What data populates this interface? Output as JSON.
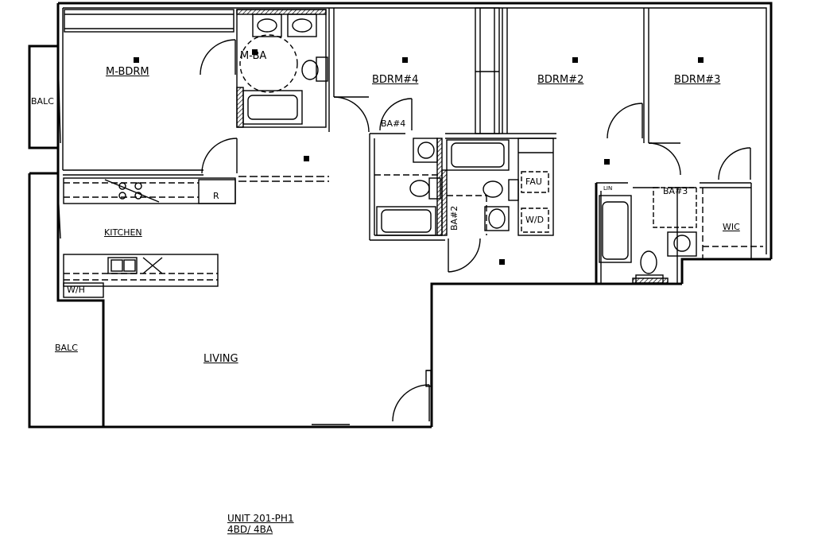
{
  "rooms": {
    "m_bdrm": "M-BDRM",
    "m_ba": "M-BA",
    "bdrm4": "BDRM#4",
    "bdrm2": "BDRM#2",
    "bdrm3": "BDRM#3",
    "ba4": "BA#4",
    "ba2": "BA#2",
    "ba3": "BA#3",
    "kitchen": "KITCHEN",
    "living": "LIVING",
    "balc_top": "BALC",
    "balc_left": "BALC",
    "wic": "WIC"
  },
  "fixtures": {
    "refrigerator": "R",
    "water_heater": "W/H",
    "fau": "FAU",
    "washer_dryer": "W/D",
    "linen": "LIN"
  },
  "caption": {
    "unit": "UNIT 201-PH1",
    "bed_bath": "4BD/ 4BA"
  }
}
